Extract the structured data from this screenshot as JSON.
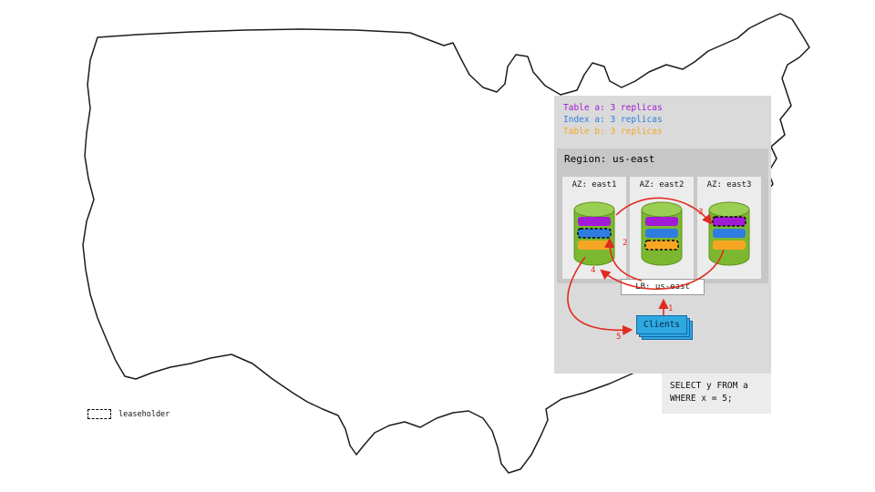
{
  "legend": {
    "items": [
      {
        "label": "Table a: 3 replicas"
      },
      {
        "label": "Index a: 3 replicas"
      },
      {
        "label": "Table b: 3 replicas"
      }
    ]
  },
  "region": {
    "title": "Region: us-east",
    "azs": [
      {
        "label": "AZ: east1",
        "leaseholder": "index-a"
      },
      {
        "label": "AZ: east2",
        "leaseholder": "table-b"
      },
      {
        "label": "AZ: east3",
        "leaseholder": "table-a"
      }
    ],
    "lb": {
      "label": "LB: us-east"
    }
  },
  "clients": {
    "label": "Clients"
  },
  "sql": {
    "lines": [
      "SELECT y FROM a",
      "WHERE x = 5;"
    ]
  },
  "key": {
    "label": "leaseholder"
  },
  "arrows": [
    "1",
    "2",
    "3",
    "4",
    "5"
  ],
  "colors": {
    "table-a": "#a21ad6",
    "index-a": "#2f7de1",
    "table-b": "#f6a623",
    "arrow": "#e02b20",
    "cyl-body": "#7cb82f",
    "cyl-top": "#9bcf53",
    "cyl-stroke": "#5f9321",
    "clients-fill": "#2fa8e1",
    "clients-border": "#1565a8"
  }
}
